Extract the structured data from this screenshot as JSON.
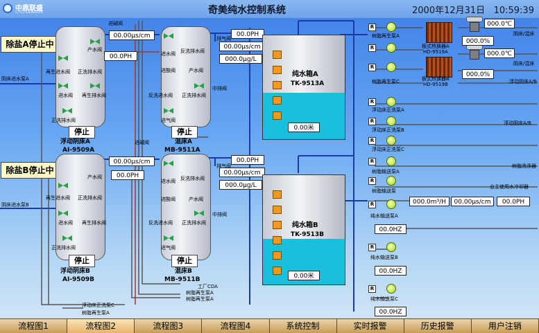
{
  "header": {
    "logo_cn": "中鼎联盛",
    "logo_en": "CTCI-LEASON",
    "title": "奇美纯水控制系统",
    "date": "2000年12月31日",
    "time": "10:59:39"
  },
  "groupA": {
    "status": "除盐A停止中",
    "bed1": {
      "name": "浮动阴床A",
      "code": "AI-9509A",
      "state": "停止"
    },
    "bed2": {
      "name": "混床A",
      "code": "MB-9511A",
      "state": "停止"
    },
    "cond1": "00.00μs/cm",
    "ph1": "00.0PH",
    "cond2": "00.00μs/cm",
    "silica": "000.0μg/L",
    "ph2": "00.0PH"
  },
  "groupB": {
    "status": "除盐B停止中",
    "bed1": {
      "name": "浮动阴床B",
      "code": "AI-9509B",
      "state": "停止"
    },
    "bed2": {
      "name": "混床B",
      "code": "MB-9511B",
      "state": "停止"
    },
    "cond1": "00.00μs/cm",
    "ph1": "00.0PH",
    "cond2": "00.00μs/cm",
    "silica": "000.0μg/L",
    "ph2": "00.0PH"
  },
  "valves": {
    "in_water": "进碱阀",
    "regen_in": "再生进水阀",
    "regen_row": "正洗排水阀",
    "in_valve": "进水阀",
    "regen_drain": "再生排水阀",
    "fwd_drain": "正洗排水阀",
    "product": "产水阀",
    "backwash_drain": "反洗排水阀",
    "in_acid": "进酸阀",
    "backwash_in": "反洗进水阀",
    "mid_drain": "中排阀",
    "in_air": "进气阀",
    "vent": "排气阀",
    "in_alkali": "进碱阀"
  },
  "lines": {
    "in_a": "阴床进水泵A",
    "in_b": "阴床进水泵B",
    "factory_cda": "工厂CDA",
    "regen_pump_a_1": "树脂再生泵A",
    "regen_pump_a_2": "树脂再生泵A",
    "float_pump_c": "浮动床正洗泵C",
    "regen_pump_b": "树脂再生泵A"
  },
  "tankA": {
    "name": "纯水箱A",
    "code": "TK-9513A",
    "level": "0.00米",
    "level_fraction": 0.45
  },
  "tankB": {
    "name": "纯水箱B",
    "code": "TK-9513B",
    "level": "0.00米",
    "level_fraction": 0.42
  },
  "right": {
    "pump1": "树脂再生泵A",
    "pump2": "树脂再生泵C",
    "hx_a": "板式热换器A",
    "hx_a_code": "HD-9519A",
    "hx_b": "板式热换器B",
    "hx_b_code": "HD-9519B",
    "temp1": "000.0℃",
    "temp2": "000.0℃",
    "pct1": "000.0%",
    "pct2": "000.0%",
    "out_a": "阴床/混床",
    "out_b": "阴床/混床",
    "out_c": "浮动阴床A/B",
    "float_a": "浮动床正洗泵A",
    "float_b": "浮动床正洗泵B",
    "float_c": "浮动床正洗泵C",
    "float_out": "浮动阴床A/B",
    "resin_a": "树脂输送泵A",
    "resin_b": "树脂输送泵",
    "resin_out": "树脂洗涤器",
    "pure_pump_a": "纯水输送泵A",
    "pure_pump_b": "纯水输送泵B",
    "pure_pump_c": "纯水输送泵C",
    "user_line": "业主使用水冷却器",
    "flow": "000.0m³/H",
    "cond": "00.00μs/cm",
    "ph": "00.0PH",
    "hz_a": "00.0HZ",
    "hz_b": "00.0HZ",
    "hz_c": "00.0HZ",
    "r": "R"
  },
  "tabs": [
    "流程图1",
    "流程图2",
    "流程图3",
    "流程图4",
    "系统控制",
    "实时报警",
    "历史报警",
    "用户注销"
  ],
  "colors": {
    "valve": "#24a046",
    "water": "#19c0dd",
    "level_indicator": "#f39a1e",
    "status_bg": "#fbf7c7"
  }
}
